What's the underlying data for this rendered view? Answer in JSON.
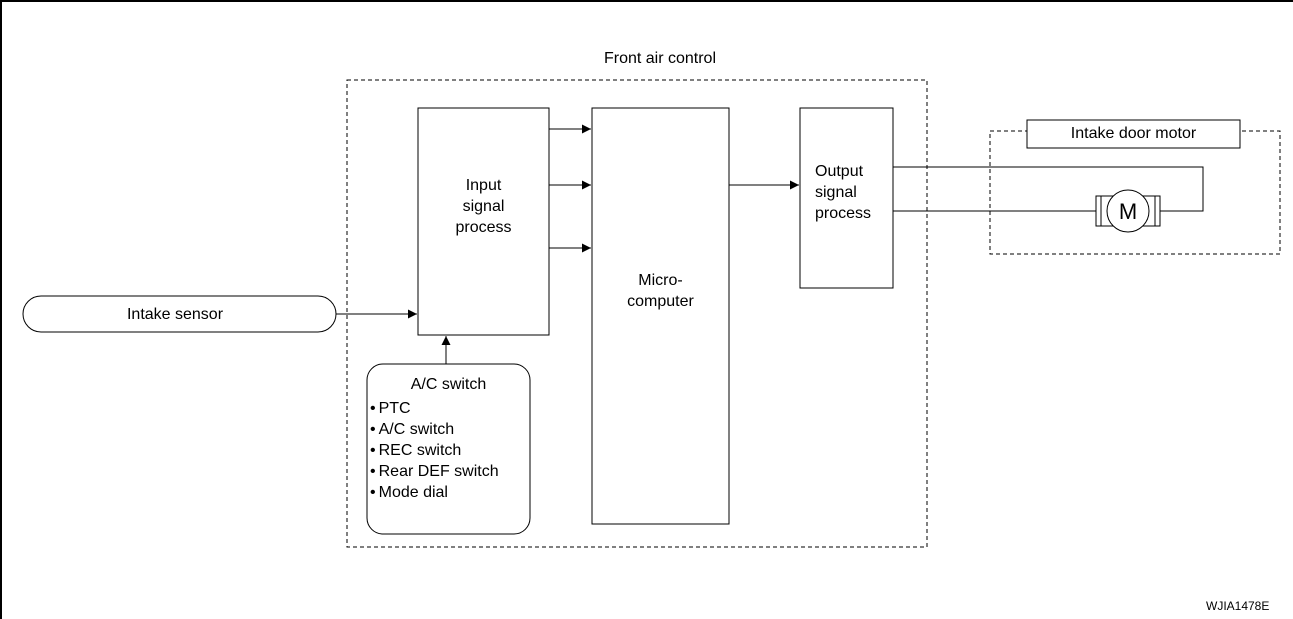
{
  "diagram": {
    "group_title": "Front air control",
    "blocks": {
      "intake_sensor": "Intake sensor",
      "input_signal_process": [
        "Input",
        "signal",
        "process"
      ],
      "microcomputer": [
        "Micro-",
        "computer"
      ],
      "output_signal_process": [
        "Output",
        "signal",
        "process"
      ],
      "intake_door_motor": "Intake door motor",
      "motor_symbol": "M"
    },
    "ac_switch": {
      "title": "A/C switch",
      "items": [
        "PTC",
        "A/C switch",
        "REC switch",
        "Rear DEF switch",
        "Mode dial"
      ]
    },
    "figure_code": "WJIA1478E"
  }
}
